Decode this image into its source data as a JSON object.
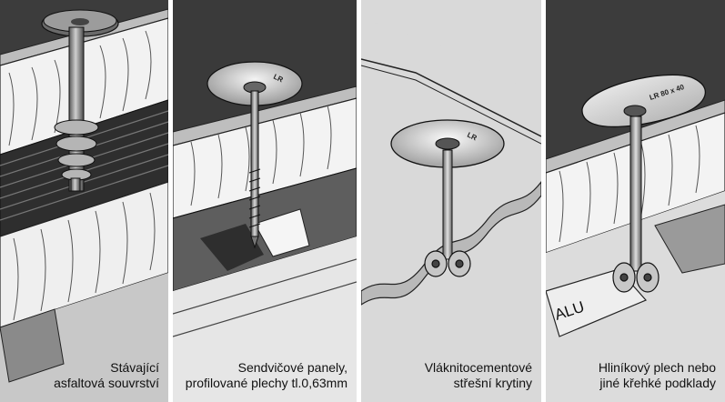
{
  "panels": [
    {
      "caption_line1": "Stávající",
      "caption_line2": "asfaltová souvrství",
      "stamp": ""
    },
    {
      "caption_line1": "Sendvičové panely,",
      "caption_line2": "profilované plechy tl.0,63mm",
      "stamp": "LR"
    },
    {
      "caption_line1": "Vláknitocementové",
      "caption_line2": "střešní krytiny",
      "stamp": "LR"
    },
    {
      "caption_line1": "Hliníkový plech nebo",
      "caption_line2": "jiné křehké podklady",
      "stamp": "LR 80 x 40",
      "sheet_label": "ALU"
    }
  ]
}
